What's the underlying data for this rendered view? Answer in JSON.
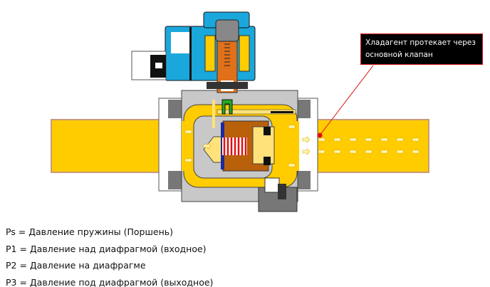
{
  "callout": {
    "line1": "Хладагент протекает через",
    "line2": "основной клапан"
  },
  "legend": [
    "Ps = Давление пружины (Поршень)",
    "P1 = Давление над диафрагмой (входное)",
    "P2 = Давление на диафрагме",
    "P3 = Давление под диафрагмой (выходное)"
  ],
  "colors": {
    "refrigerant": "#ffcc00",
    "body": "#c8c8c8",
    "solenoid": "#1aa8dc",
    "coil": "#e0701a",
    "pointer": "#e01010"
  }
}
